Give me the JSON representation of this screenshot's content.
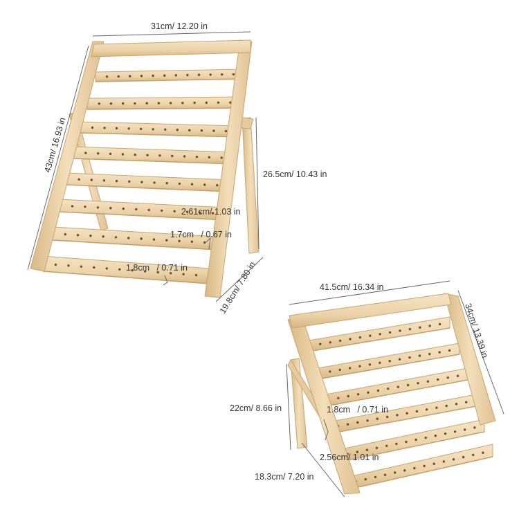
{
  "colors": {
    "wood_light": "#f1dcb6",
    "wood_mid": "#e4c797",
    "wood_dark": "#c9a472",
    "hole": "#6b4f30",
    "dimension_line": "#555555",
    "text": "#333333"
  },
  "rack1": {
    "dimensions": {
      "top_width": "31cm/ 12.20 in",
      "side_height": "43cm/ 16.93 in",
      "leg_height": "26.5cm/ 10.43 in",
      "bar_spacing": "2.61cm/ 1.03 in",
      "hole_spacing": "1.7cm   / 0.67 in",
      "bar_width": "1.8cm   / 0.71 in",
      "base_depth": "19.8cm/ 7.80 in"
    }
  },
  "rack2": {
    "dimensions": {
      "top_width": "41.5cm/ 16.34 in",
      "side_height": "34cm/ 13.39 in",
      "leg_height": "22cm/ 8.66 in",
      "bar_width": "1.8cm   / 0.71 in",
      "bar_spacing": "2.56cm/ 1.01 in",
      "base_depth": "18.3cm/ 7.20 in"
    }
  }
}
